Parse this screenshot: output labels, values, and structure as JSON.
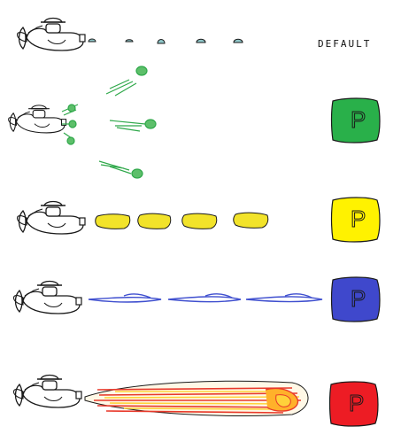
{
  "default_label": "DEFAULT",
  "powerup_letter": "P",
  "colors": {
    "outline": "#1a1a1a",
    "default_shot": "#8fc7c9",
    "spread_shot": "#2fa84a",
    "laser_shot": "#f2e32a",
    "wave_shot": "#3f4fcf",
    "fire_shot": "#e8392b",
    "fire_core": "#ffd23a"
  },
  "rows": [
    {
      "weapon": "default",
      "powerup": null
    },
    {
      "weapon": "spread",
      "powerup": {
        "color": "#29b04a",
        "letter": "P"
      }
    },
    {
      "weapon": "laser",
      "powerup": {
        "color": "#fff200",
        "letter": "P"
      }
    },
    {
      "weapon": "wave",
      "powerup": {
        "color": "#3f48cc",
        "letter": "P"
      }
    },
    {
      "weapon": "fire",
      "powerup": {
        "color": "#ed1c24",
        "letter": "P"
      }
    }
  ]
}
